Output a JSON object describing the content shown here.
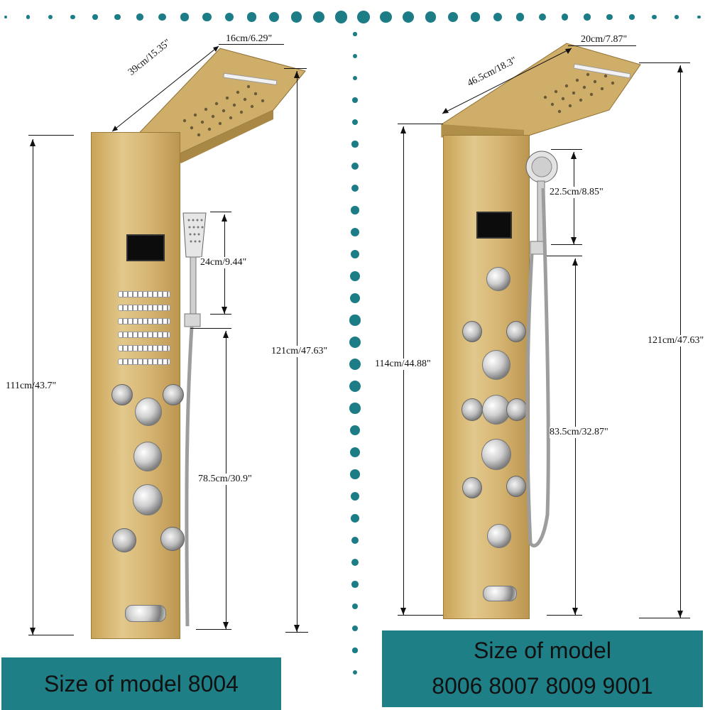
{
  "left_model": {
    "head_depth": "16cm/6.29\"",
    "head_length": "39cm/15.35\"",
    "panel_height": "111cm/43.7\"",
    "total_height": "121cm/47.63\"",
    "handheld_length": "24cm/9.44\"",
    "holder_height": "78.5cm/30.9\"",
    "caption": "Size of model 8004"
  },
  "right_model": {
    "head_depth": "20cm/7.87\"",
    "head_length": "46.5cm/18.3\"",
    "panel_height": "114cm/44.88\"",
    "total_height": "121cm/47.63\"",
    "handheld_length": "22.5cm/8.85\"",
    "holder_height": "83.5cm/32.87\"",
    "caption_line1": "Size of model",
    "caption_line2": "8006 8007 8009 9001"
  },
  "colors": {
    "accent": "#1f7f86",
    "dots": "#1c7d86",
    "panel": "#d6b572"
  }
}
